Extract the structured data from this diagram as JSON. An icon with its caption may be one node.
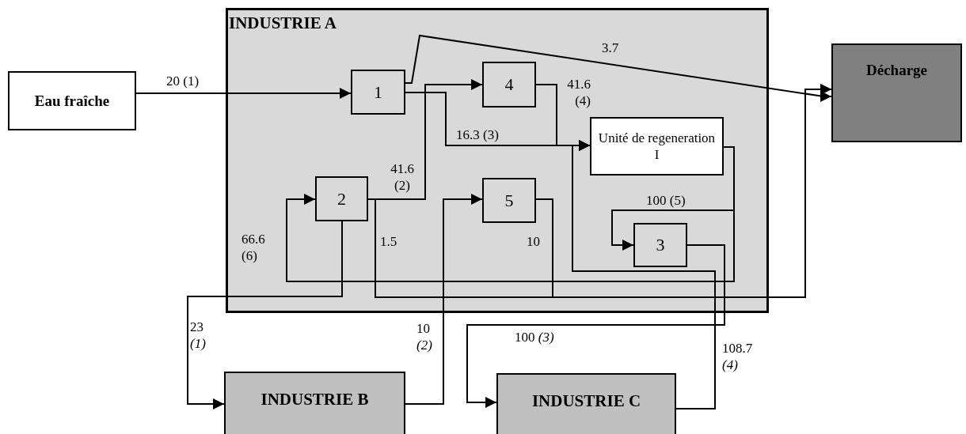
{
  "diagram": {
    "nodes": [
      {
        "text": [
          "Eau fraîche"
        ]
      },
      {
        "text": [
          "INDUSTRIE A"
        ]
      },
      {
        "text": [
          "1"
        ],
        "in": 1
      },
      {
        "text": [
          "4"
        ],
        "in": 1
      },
      {
        "text": [
          "Unité de regeneration I"
        ],
        "in": 1
      },
      {
        "text": [
          "2"
        ],
        "in": 1
      },
      {
        "text": [
          "5"
        ],
        "in": 1
      },
      {
        "text": [
          "3"
        ],
        "in": 1
      },
      {
        "text": [
          "Décharge"
        ]
      },
      {
        "text": [
          "INDUSTRIE B"
        ]
      },
      {
        "text": [
          "INDUSTRIE C"
        ]
      }
    ],
    "edges": [
      {
        "from": 0,
        "to": 2,
        "arrow": "to",
        "label": "20 (1)"
      },
      {
        "from": 2,
        "to": 8,
        "arrow": "to",
        "label": "3.7"
      },
      {
        "from": 2,
        "to": 4,
        "arrow": "to",
        "label": "16.3 (3)"
      },
      {
        "from": 3,
        "to": 4,
        "arrow": "to",
        "label": "41.6 (4)"
      },
      {
        "from": 5,
        "to": 3,
        "arrow": "to",
        "label": "41.6 (2)"
      },
      {
        "from": 5,
        "to": 9,
        "arrow": "to",
        "label": "23 *(1)*"
      },
      {
        "from": 5,
        "to": 8,
        "arrow": "to",
        "label": "1.5"
      },
      {
        "from": 6,
        "to": 8,
        "arrow": "to",
        "label": "10"
      },
      {
        "from": 4,
        "to": 7,
        "arrow": "to",
        "label": "100 (5)"
      },
      {
        "from": 4,
        "to": 5,
        "arrow": "to",
        "label": "66.6 (6)"
      },
      {
        "from": 7,
        "to": 10,
        "arrow": "to",
        "label": "100 *(3)*"
      },
      {
        "from": 10,
        "to": 4,
        "arrow": "to",
        "label": "108.7 *(4)*"
      },
      {
        "from": 9,
        "to": 6,
        "arrow": "to",
        "label": "10 *(2)*"
      }
    ]
  }
}
